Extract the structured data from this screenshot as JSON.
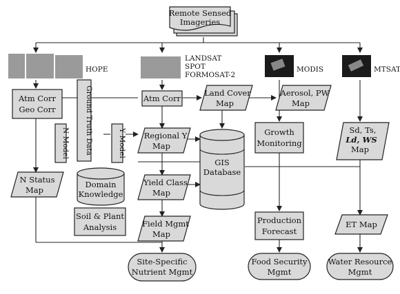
{
  "nodes": {
    "remote_sensed": [
      "Remote Sensed",
      "Imageries"
    ],
    "hope": "HOPE",
    "landsat": [
      "LANDSAT",
      "SPOT",
      "FORMOSAT-2"
    ],
    "modis": "MODIS",
    "mtsat": "MTSAT",
    "atm_geo_corr": [
      "Atm Corr",
      "Geo Corr"
    ],
    "ground_truth": "Ground Truth Data",
    "n_model": "N Model",
    "y_model": "Y Model",
    "atm_corr": "Atm Corr",
    "land_cover": [
      "Land Cover",
      "Map"
    ],
    "aerosol": [
      "Aerosol, PW",
      "Map"
    ],
    "regional_y": [
      "Regional Y",
      "Map"
    ],
    "gis_db": [
      "GIS",
      "Database"
    ],
    "growth_monitoring": [
      "Growth",
      "Monitoring"
    ],
    "sd_ts": [
      "Sd, Ts,",
      "Ld, WS",
      "Map"
    ],
    "n_status": [
      "N Status",
      "Map"
    ],
    "domain_knowledge": [
      "Domain",
      "Knowledge"
    ],
    "yield_class": [
      "Yield Class",
      "Map"
    ],
    "soil_plant": [
      "Soil & Plant",
      "Analysis"
    ],
    "field_mgmt": [
      "Field Mgmt",
      "Map"
    ],
    "production_forecast": [
      "Production",
      "Forecast"
    ],
    "et_map": "ET  Map",
    "site_specific": [
      "Site-Specific",
      "Nutrient Mgmt"
    ],
    "food_security": [
      "Food Security",
      "Mgmt"
    ],
    "water_resource": [
      "Water Resource",
      "Mgmt"
    ]
  },
  "colors": {
    "node_fill": "#d9d9d9",
    "stroke": "#222222"
  }
}
